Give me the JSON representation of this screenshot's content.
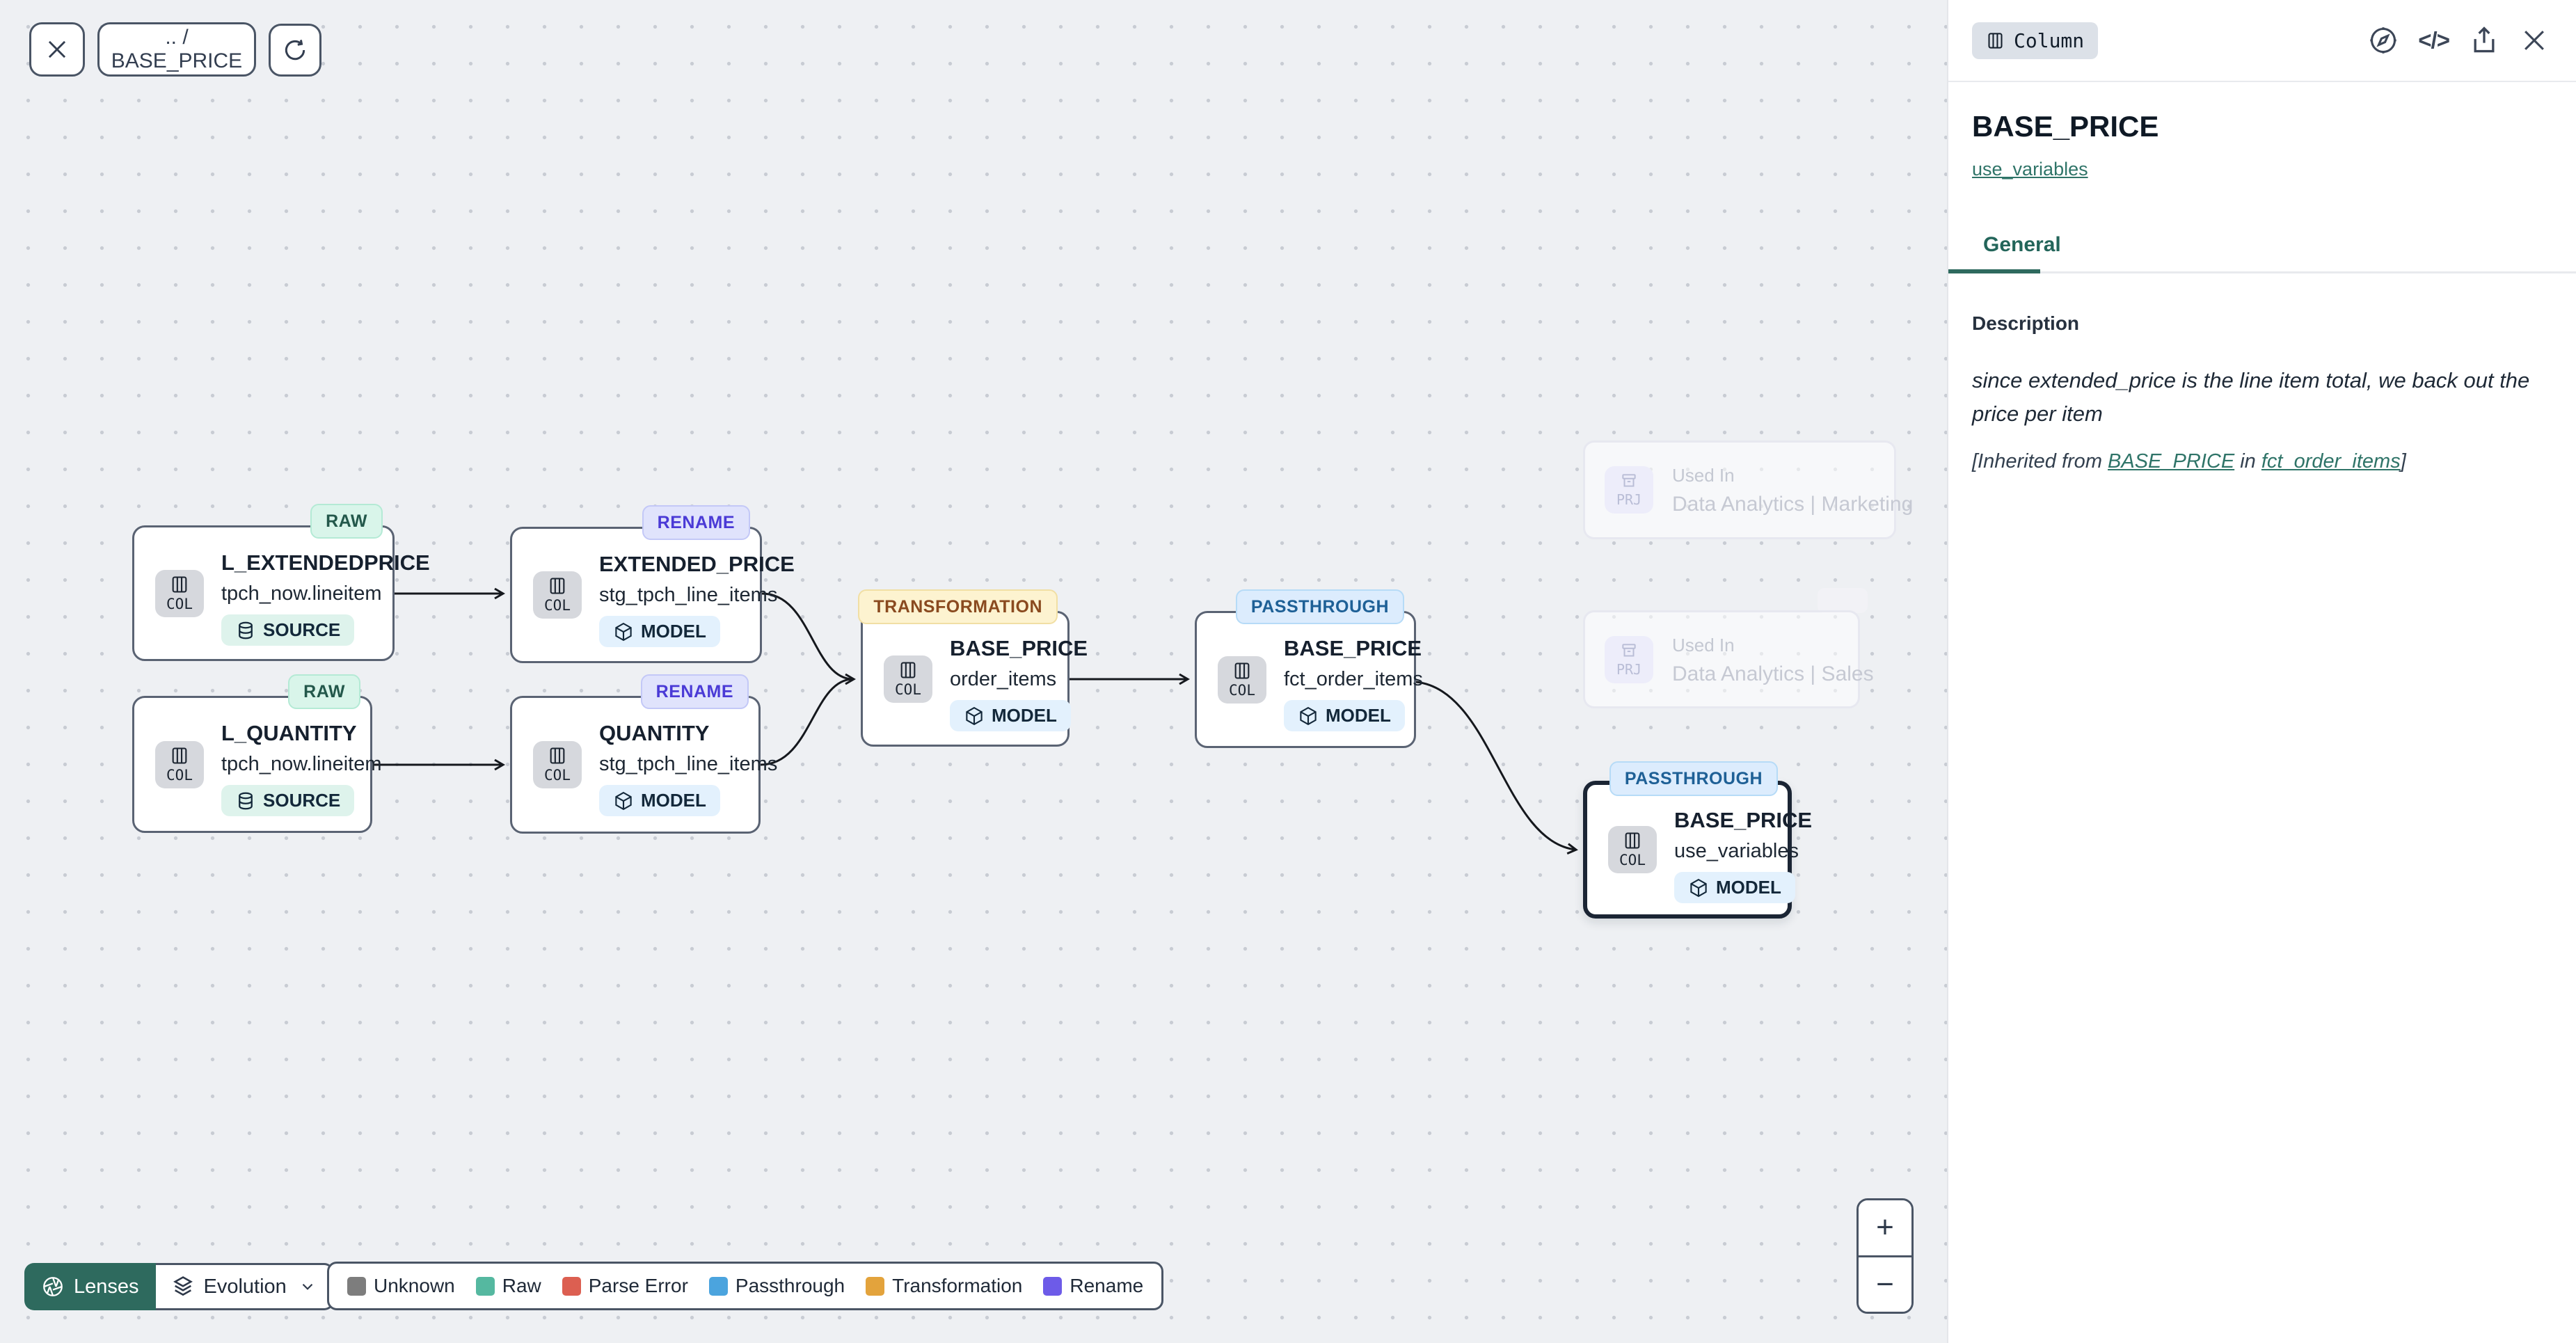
{
  "toolbar": {
    "breadcrumb": ".. / BASE_PRICE"
  },
  "panel": {
    "type_badge": "Column",
    "code_glyph": "</>",
    "title": "BASE_PRICE",
    "model_link": "use_variables",
    "tab": "General",
    "description_label": "Description",
    "description_body": "since extended_price is the line item total, we back out the price per item",
    "inherited_prefix": "[Inherited from ",
    "inherited_link_column": "BASE_PRICE",
    "inherited_middle": " in ",
    "inherited_link_model": "fct_order_items",
    "inherited_suffix": "]"
  },
  "nodes": [
    {
      "badge": "RAW",
      "col_label": "COL",
      "title": "L_EXTENDEDPRICE",
      "subtitle": "tpch_now.lineitem",
      "kind": "SOURCE"
    },
    {
      "badge": "RAW",
      "col_label": "COL",
      "title": "L_QUANTITY",
      "subtitle": "tpch_now.lineitem",
      "kind": "SOURCE"
    },
    {
      "badge": "RENAME",
      "col_label": "COL",
      "title": "EXTENDED_PRICE",
      "subtitle": "stg_tpch_line_items",
      "kind": "MODEL"
    },
    {
      "badge": "RENAME",
      "col_label": "COL",
      "title": "QUANTITY",
      "subtitle": "stg_tpch_line_items",
      "kind": "MODEL"
    },
    {
      "badge": "TRANSFORMATION",
      "col_label": "COL",
      "title": "BASE_PRICE",
      "subtitle": "order_items",
      "kind": "MODEL"
    },
    {
      "badge": "PASSTHROUGH",
      "col_label": "COL",
      "title": "BASE_PRICE",
      "subtitle": "fct_order_items",
      "kind": "MODEL"
    },
    {
      "badge": "PASSTHROUGH",
      "col_label": "COL",
      "title": "BASE_PRICE",
      "subtitle": "use_variables",
      "kind": "MODEL",
      "selected": true
    }
  ],
  "ghosts": [
    {
      "icon_label": "PRJ",
      "label": "Used In",
      "title": "Data Analytics | Marketing"
    },
    {
      "icon_label": "PRJ",
      "label": "Used In",
      "title": "Data Analytics | Sales"
    }
  ],
  "lenses": {
    "label": "Lenses"
  },
  "evolution": {
    "label": "Evolution"
  },
  "legend": {
    "items": [
      {
        "label": "Unknown",
        "color": "#7d7d7d"
      },
      {
        "label": "Raw",
        "color": "#55b8a0"
      },
      {
        "label": "Parse Error",
        "color": "#dc5f51"
      },
      {
        "label": "Passthrough",
        "color": "#4ba4de"
      },
      {
        "label": "Transformation",
        "color": "#e3a33c"
      },
      {
        "label": "Rename",
        "color": "#6d5be8"
      }
    ]
  },
  "zoom_controls": {
    "in": "+",
    "out": "−"
  },
  "colors": {
    "accent_teal": "#2e6a5e",
    "badge_raw_bg": "#d9f5ea",
    "badge_raw_text": "#23584b",
    "badge_rename_bg": "#e0e3fc",
    "badge_rename_text": "#4a3ad6",
    "badge_transformation_bg": "#fdf3d0",
    "badge_transformation_text": "#8a4a1f",
    "badge_passthrough_bg": "#dcecfd",
    "badge_passthrough_text": "#1e6096"
  }
}
